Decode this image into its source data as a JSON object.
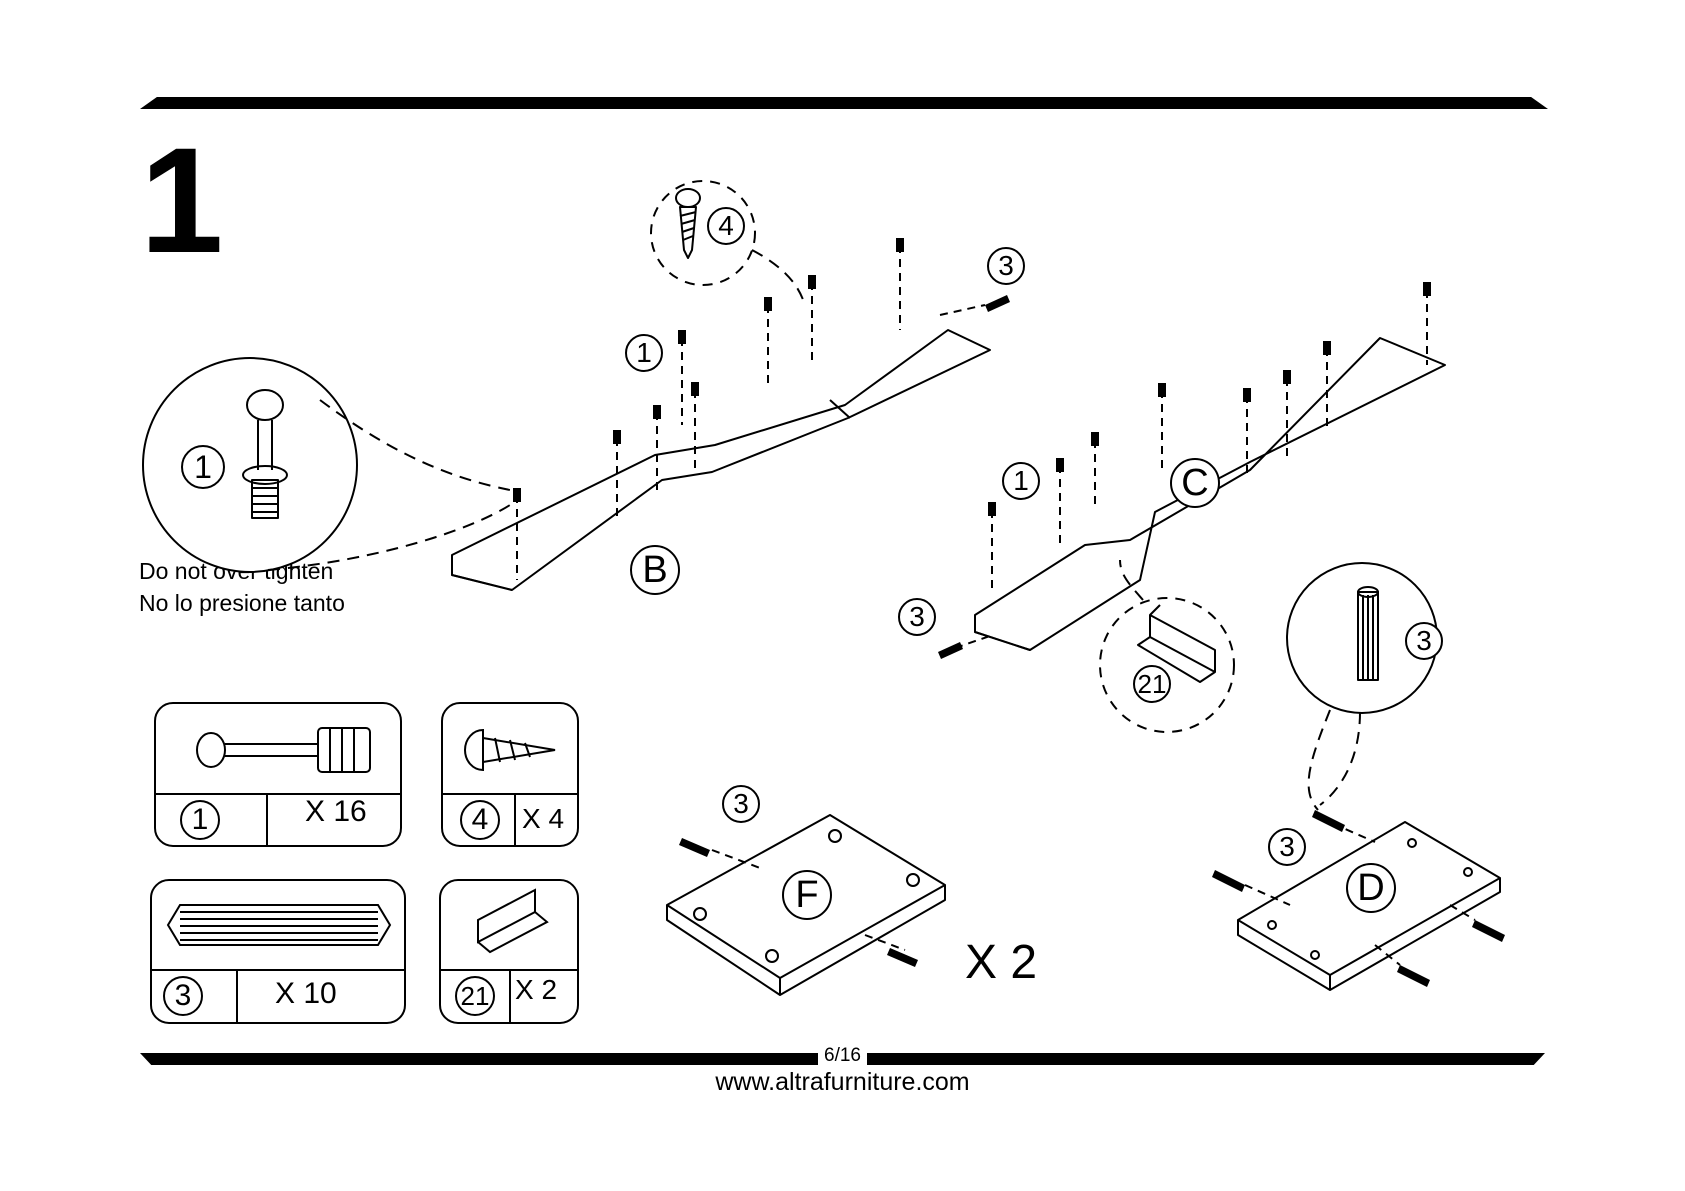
{
  "step_number": "1",
  "warning": {
    "line1": "Do not over tighten",
    "line2": "No lo presione tanto"
  },
  "panels": {
    "b": "B",
    "c": "C",
    "d": "D",
    "f": "F"
  },
  "callouts": {
    "part_1": "1",
    "part_3": "3",
    "part_4": "4",
    "part_21": "21"
  },
  "multiplier": "X 2",
  "hardware": [
    {
      "part": "1",
      "qty": "X 16"
    },
    {
      "part": "4",
      "qty": "X 4"
    },
    {
      "part": "3",
      "qty": "X 10"
    },
    {
      "part": "21",
      "qty": "X 2"
    }
  ],
  "footer": {
    "page": "6/16",
    "url": "www.altrafurniture.com"
  }
}
